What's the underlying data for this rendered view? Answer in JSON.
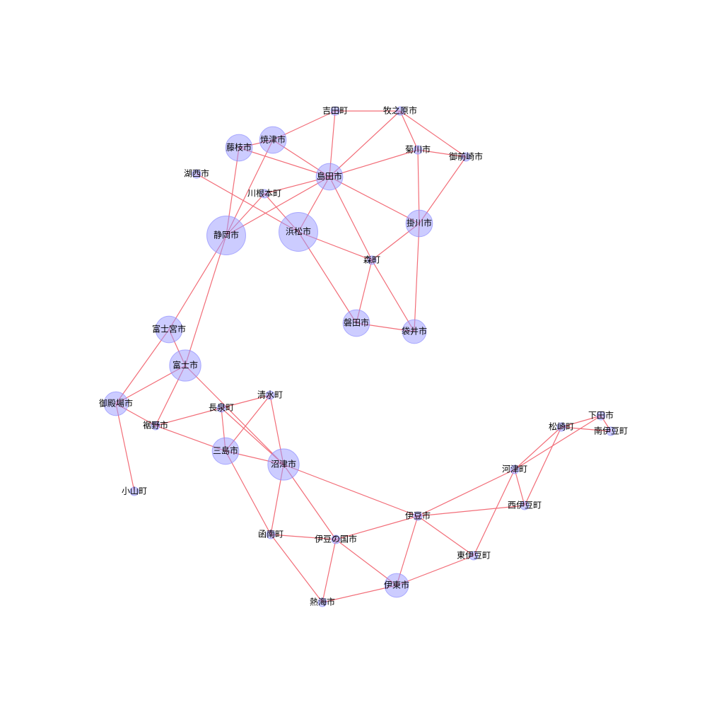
{
  "colors": {
    "edge": "#f26d78",
    "node_fill": "#9999ff",
    "node_fill_opacity": 0.5,
    "node_stroke": "#8080ff",
    "label": "#000000",
    "background": "#ffffff"
  },
  "nodes": [
    {
      "id": "yoshida",
      "label": "吉田町",
      "weight": 1
    },
    {
      "id": "makinohara",
      "label": "牧之原市",
      "weight": 1
    },
    {
      "id": "yaizu",
      "label": "焼津市",
      "weight": 2
    },
    {
      "id": "fujieda",
      "label": "藤枝市",
      "weight": 2
    },
    {
      "id": "kikugawa",
      "label": "菊川市",
      "weight": 1
    },
    {
      "id": "omaezaki",
      "label": "御前崎市",
      "weight": 1
    },
    {
      "id": "kosai",
      "label": "湖西市",
      "weight": 1
    },
    {
      "id": "shimada",
      "label": "島田市",
      "weight": 2
    },
    {
      "id": "kawanehon",
      "label": "川根本町",
      "weight": 1
    },
    {
      "id": "shizuoka",
      "label": "静岡市",
      "weight": 5
    },
    {
      "id": "hamamatsu",
      "label": "浜松市",
      "weight": 5
    },
    {
      "id": "kakegawa",
      "label": "掛川市",
      "weight": 2
    },
    {
      "id": "mori",
      "label": "森町",
      "weight": 1
    },
    {
      "id": "iwata",
      "label": "磐田市",
      "weight": 2
    },
    {
      "id": "fukuroi",
      "label": "袋井市",
      "weight": 1.5
    },
    {
      "id": "fujinomiya",
      "label": "富士宮市",
      "weight": 2
    },
    {
      "id": "fuji",
      "label": "富士市",
      "weight": 3
    },
    {
      "id": "shimizu",
      "label": "清水町",
      "weight": 1
    },
    {
      "id": "nagaizumi",
      "label": "長泉町",
      "weight": 1
    },
    {
      "id": "gotemba",
      "label": "御殿場市",
      "weight": 1.5
    },
    {
      "id": "susono",
      "label": "裾野市",
      "weight": 1
    },
    {
      "id": "mishima",
      "label": "三島市",
      "weight": 2
    },
    {
      "id": "numazu",
      "label": "沼津市",
      "weight": 3
    },
    {
      "id": "oyama",
      "label": "小山町",
      "weight": 1
    },
    {
      "id": "shimoda",
      "label": "下田市",
      "weight": 1
    },
    {
      "id": "matsuzaki",
      "label": "松崎町",
      "weight": 1
    },
    {
      "id": "minamiizu",
      "label": "南伊豆町",
      "weight": 1
    },
    {
      "id": "kawazu",
      "label": "河津町",
      "weight": 1
    },
    {
      "id": "nishiizu",
      "label": "西伊豆町",
      "weight": 1
    },
    {
      "id": "izu",
      "label": "伊豆市",
      "weight": 1
    },
    {
      "id": "kannami",
      "label": "函南町",
      "weight": 1
    },
    {
      "id": "izunokuni",
      "label": "伊豆の国市",
      "weight": 1
    },
    {
      "id": "higashiizu",
      "label": "東伊豆町",
      "weight": 1
    },
    {
      "id": "ito",
      "label": "伊東市",
      "weight": 1.5
    },
    {
      "id": "atami",
      "label": "熱海市",
      "weight": 1
    }
  ],
  "edges": [
    [
      "yoshida",
      "makinohara"
    ],
    [
      "yoshida",
      "yaizu"
    ],
    [
      "yoshida",
      "shimada"
    ],
    [
      "makinohara",
      "kikugawa"
    ],
    [
      "makinohara",
      "omaezaki"
    ],
    [
      "makinohara",
      "shimada"
    ],
    [
      "kikugawa",
      "omaezaki"
    ],
    [
      "kikugawa",
      "shimada"
    ],
    [
      "kikugawa",
      "kakegawa"
    ],
    [
      "omaezaki",
      "kakegawa"
    ],
    [
      "yaizu",
      "shimada"
    ],
    [
      "yaizu",
      "fujieda"
    ],
    [
      "yaizu",
      "shizuoka"
    ],
    [
      "fujieda",
      "shimada"
    ],
    [
      "fujieda",
      "shizuoka"
    ],
    [
      "shimada",
      "kawanehon"
    ],
    [
      "shimada",
      "shizuoka"
    ],
    [
      "shimada",
      "hamamatsu"
    ],
    [
      "shimada",
      "kakegawa"
    ],
    [
      "shimada",
      "mori"
    ],
    [
      "kawanehon",
      "shizuoka"
    ],
    [
      "kawanehon",
      "hamamatsu"
    ],
    [
      "kosai",
      "hamamatsu"
    ],
    [
      "hamamatsu",
      "mori"
    ],
    [
      "hamamatsu",
      "iwata"
    ],
    [
      "kakegawa",
      "mori"
    ],
    [
      "kakegawa",
      "fukuroi"
    ],
    [
      "mori",
      "iwata"
    ],
    [
      "mori",
      "fukuroi"
    ],
    [
      "iwata",
      "fukuroi"
    ],
    [
      "shizuoka",
      "fujinomiya"
    ],
    [
      "shizuoka",
      "fuji"
    ],
    [
      "fujinomiya",
      "fuji"
    ],
    [
      "fujinomiya",
      "gotemba"
    ],
    [
      "fuji",
      "gotemba"
    ],
    [
      "fuji",
      "susono"
    ],
    [
      "fuji",
      "numazu"
    ],
    [
      "gotemba",
      "susono"
    ],
    [
      "gotemba",
      "oyama"
    ],
    [
      "susono",
      "nagaizumi"
    ],
    [
      "susono",
      "mishima"
    ],
    [
      "nagaizumi",
      "shimizu"
    ],
    [
      "nagaizumi",
      "mishima"
    ],
    [
      "nagaizumi",
      "numazu"
    ],
    [
      "shimizu",
      "mishima"
    ],
    [
      "shimizu",
      "numazu"
    ],
    [
      "mishima",
      "numazu"
    ],
    [
      "mishima",
      "kannami"
    ],
    [
      "numazu",
      "kannami"
    ],
    [
      "numazu",
      "izunokuni"
    ],
    [
      "numazu",
      "izu"
    ],
    [
      "kannami",
      "izunokuni"
    ],
    [
      "kannami",
      "atami"
    ],
    [
      "izunokuni",
      "izu"
    ],
    [
      "izunokuni",
      "ito"
    ],
    [
      "izunokuni",
      "atami"
    ],
    [
      "atami",
      "ito"
    ],
    [
      "izu",
      "ito"
    ],
    [
      "izu",
      "higashiizu"
    ],
    [
      "izu",
      "nishiizu"
    ],
    [
      "izu",
      "kawazu"
    ],
    [
      "ito",
      "higashiizu"
    ],
    [
      "higashiizu",
      "kawazu"
    ],
    [
      "kawazu",
      "nishiizu"
    ],
    [
      "kawazu",
      "matsuzaki"
    ],
    [
      "kawazu",
      "shimoda"
    ],
    [
      "nishiizu",
      "matsuzaki"
    ],
    [
      "matsuzaki",
      "shimoda"
    ],
    [
      "matsuzaki",
      "minamiizu"
    ],
    [
      "shimoda",
      "minamiizu"
    ]
  ]
}
